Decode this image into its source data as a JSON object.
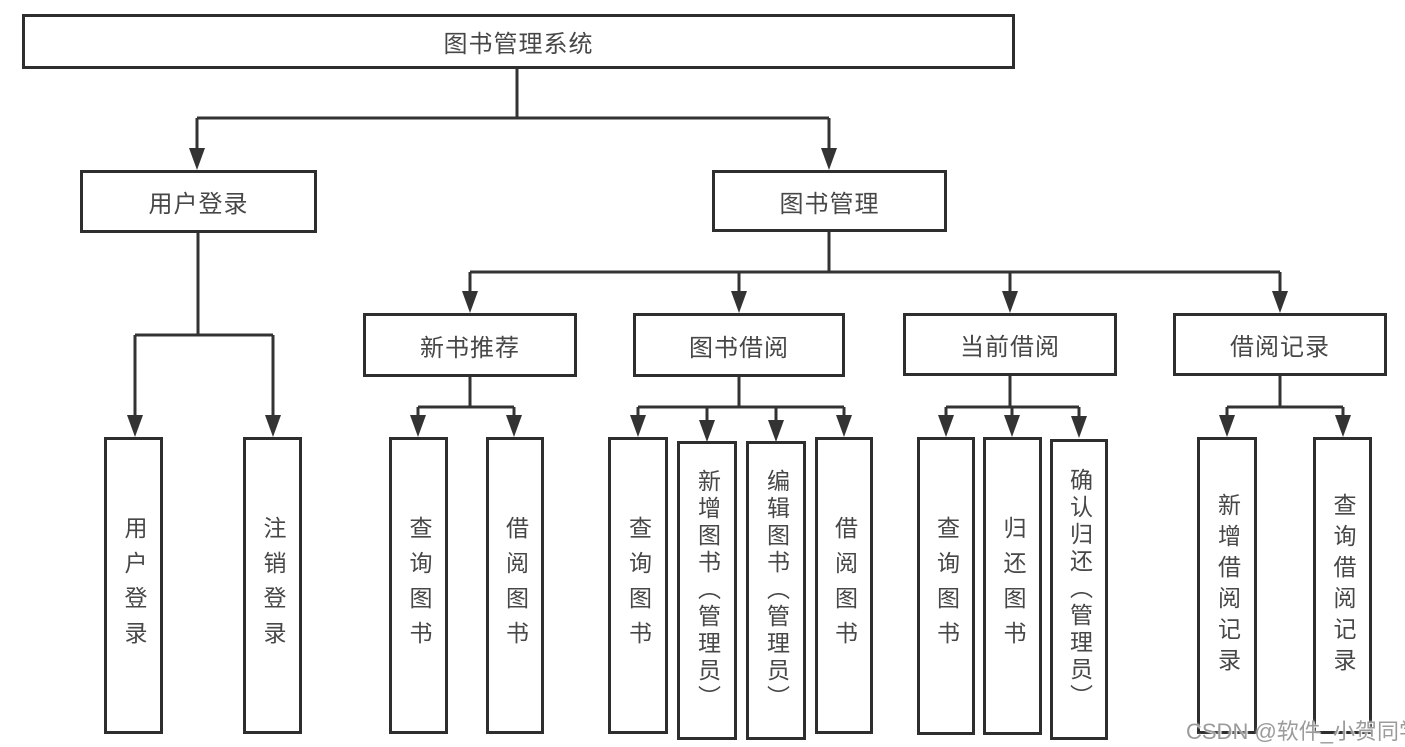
{
  "colors": {
    "background": "#ffffff",
    "line": "#333333",
    "box_border": "#2e2e2e",
    "text": "#474747",
    "watermark": "#9b9b9b"
  },
  "diagram": {
    "root": {
      "label": "图书管理系统"
    },
    "branches": [
      {
        "label": "用户登录",
        "children": [
          "用户登录",
          "注销登录"
        ]
      },
      {
        "label": "图书管理",
        "children": [
          {
            "label": "新书推荐",
            "children": [
              "查询图书",
              "借阅图书"
            ]
          },
          {
            "label": "图书借阅",
            "children": [
              "查询图书",
              "新增图书（管理员）",
              "编辑图书（管理员）",
              "借阅图书"
            ]
          },
          {
            "label": "当前借阅",
            "children": [
              "查询图书",
              "归还图书",
              "确认归还（管理员）"
            ]
          },
          {
            "label": "借阅记录",
            "children": [
              "新增借阅记录",
              "查询借阅记录"
            ]
          }
        ]
      }
    ]
  },
  "watermark": {
    "text": "CSDN @软件_小贺同学"
  }
}
